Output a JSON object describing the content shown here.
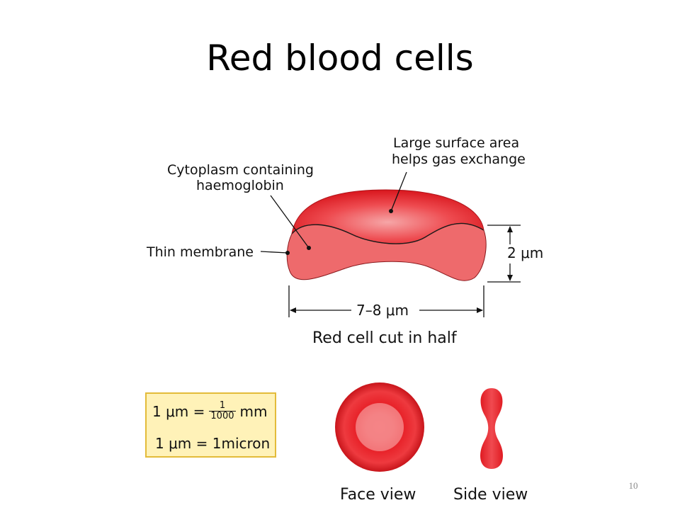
{
  "slide": {
    "title": "Red blood cells",
    "page_number": "10"
  },
  "diagram": {
    "labels": {
      "surface": [
        "Large surface area",
        "helps gas exchange"
      ],
      "cytoplasm": [
        "Cytoplasm containing",
        "haemoglobin"
      ],
      "membrane": "Thin membrane",
      "height": "2 μm",
      "width": "7–8 μm",
      "caption": "Red cell cut in half",
      "face_view": "Face view",
      "side_view": "Side view"
    },
    "unit_box": {
      "row1_left": "1 μm =",
      "row1_num": "1",
      "row1_den": "1000",
      "row1_right": "mm",
      "row2": "1 μm = 1micron"
    },
    "colors": {
      "cell_red": "#e8232a",
      "cell_light": "#f07a7c",
      "cut_face": "#ee6a6c",
      "box_fill": "#fff2b8",
      "box_border": "#e3bb3a"
    }
  }
}
